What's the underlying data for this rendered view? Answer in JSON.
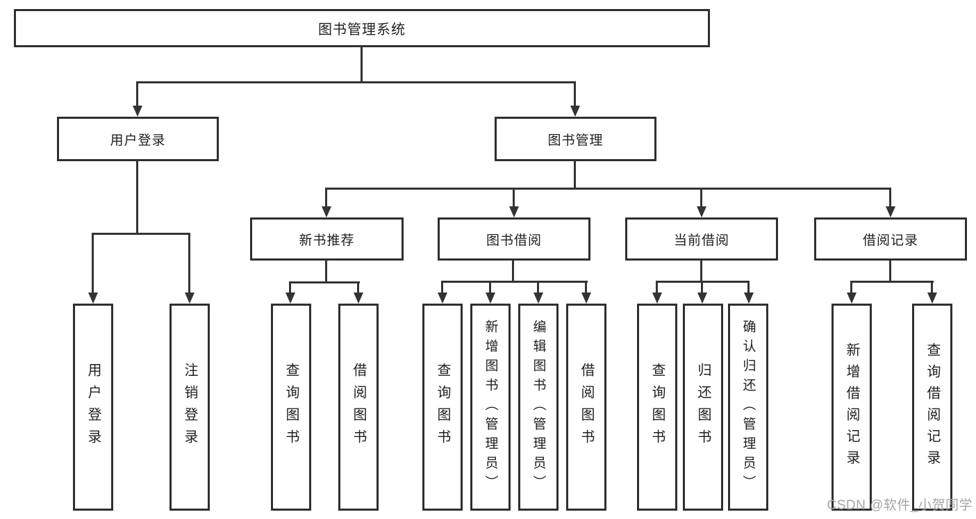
{
  "nodes": {
    "root": "图书管理系统",
    "user_login": "用户登录",
    "book_mgmt": "图书管理",
    "new_book_rec": "新书推荐",
    "book_borrow": "图书借阅",
    "current_borrow": "当前借阅",
    "borrow_records": "借阅记录",
    "ul_login": "用户登录",
    "ul_logout": "注销登录",
    "nb_query": "查询图书",
    "nb_borrow": "借阅图书",
    "bb_query": "查询图书",
    "bb_add": "新增图书（管理员）",
    "bb_edit": "编辑图书（管理员）",
    "bb_borrow": "借阅图书",
    "cb_query": "查询图书",
    "cb_return": "归还图书",
    "cb_confirm": "确认归还（管理员）",
    "br_add": "新增借阅记录",
    "br_query": "查询借阅记录"
  },
  "watermark": "CSDN @软件_小贺同学",
  "colors": {
    "line": "#333333",
    "border": "#2f2f2f",
    "text": "#1f1f1f",
    "watermark": "#a5a5a5",
    "background": "#ffffff"
  }
}
